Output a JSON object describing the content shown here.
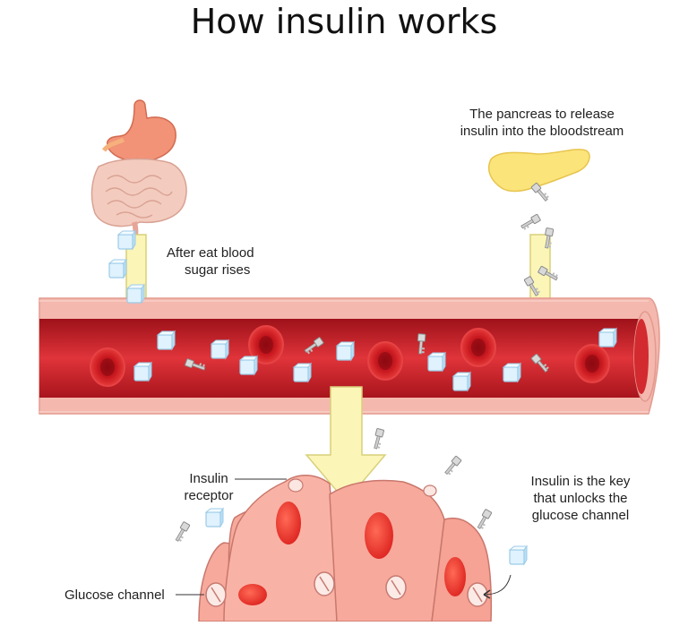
{
  "title": "How insulin works",
  "labels": {
    "digestion": [
      "After eat blood",
      "sugar rises"
    ],
    "pancreas": [
      "The pancreas to release",
      "insulin into the bloodstream"
    ],
    "receptor": [
      "Insulin",
      "receptor"
    ],
    "key": [
      "Insulin is the key",
      "that unlocks the",
      "glucose channel"
    ],
    "channel": "Glucose channel"
  },
  "colors": {
    "vessel_wall": "#f4b8ae",
    "blood": "#c41c24",
    "arrow": "#fbf5b8",
    "cell": "#f7a99c",
    "nucleus": "#e8352f",
    "pancreas": "#fbe47a",
    "glucose": "#cfe9f9"
  },
  "icons": [
    "stomach-icon",
    "intestine-icon",
    "pancreas-icon",
    "red-blood-cell-icon",
    "glucose-cube-icon",
    "insulin-key-icon",
    "glucose-channel-icon"
  ]
}
